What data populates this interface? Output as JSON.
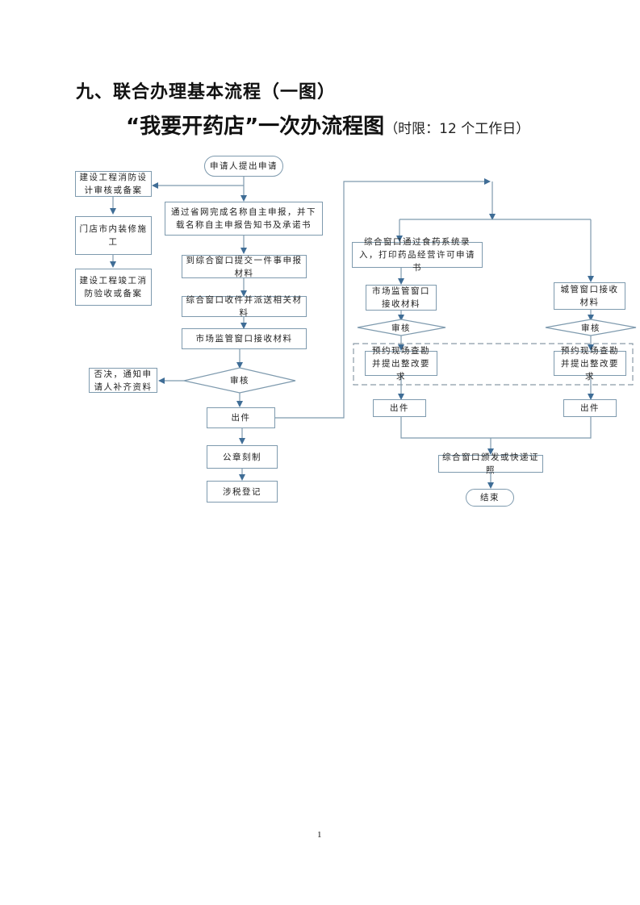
{
  "heading": "九、联合办理基本流程（一图）",
  "subtitle": {
    "main": "“我要开药店”一次办流程图",
    "note": "（时限：12 个工作日）"
  },
  "colors": {
    "line": "#7e9aae",
    "arrow": "#3f6d96",
    "dash": "#8a9aa6"
  },
  "flow": {
    "start": "申请人提出申请",
    "fire_design": "建设工程消防设计审核或备案",
    "renovation": "门店市内装修施工",
    "fire_accept": "建设工程竣工消防验收或备案",
    "name_report": "通过省网完成名称自主申报，并下载名称自主申报告知书及承诺书",
    "submit": "到综合窗口提交一件事申报材料",
    "dispatch": "综合窗口收件并派送相关材料",
    "market_receive": "市场监管窗口接收材料",
    "review": "审核",
    "reject": "否决，通知申请人补齐资料",
    "issue": "出件",
    "seal": "公章刻制",
    "tax": "涉税登记",
    "food_drug_entry": "综合窗口通过食药系统录入，打印药品经营许可申请书",
    "market_receive_2": "市场监管窗口接收材料",
    "city_receive": "城管窗口接收材料",
    "review_left": "审核",
    "review_right": "审核",
    "inspect_left": "预约现场查勘并提出整改要求",
    "inspect_right": "预约现场查勘并提出整改要求",
    "issue_left": "出件",
    "issue_right": "出件",
    "deliver": "综合窗口颁发或快递证照",
    "end": "结束"
  },
  "page_number": "1"
}
